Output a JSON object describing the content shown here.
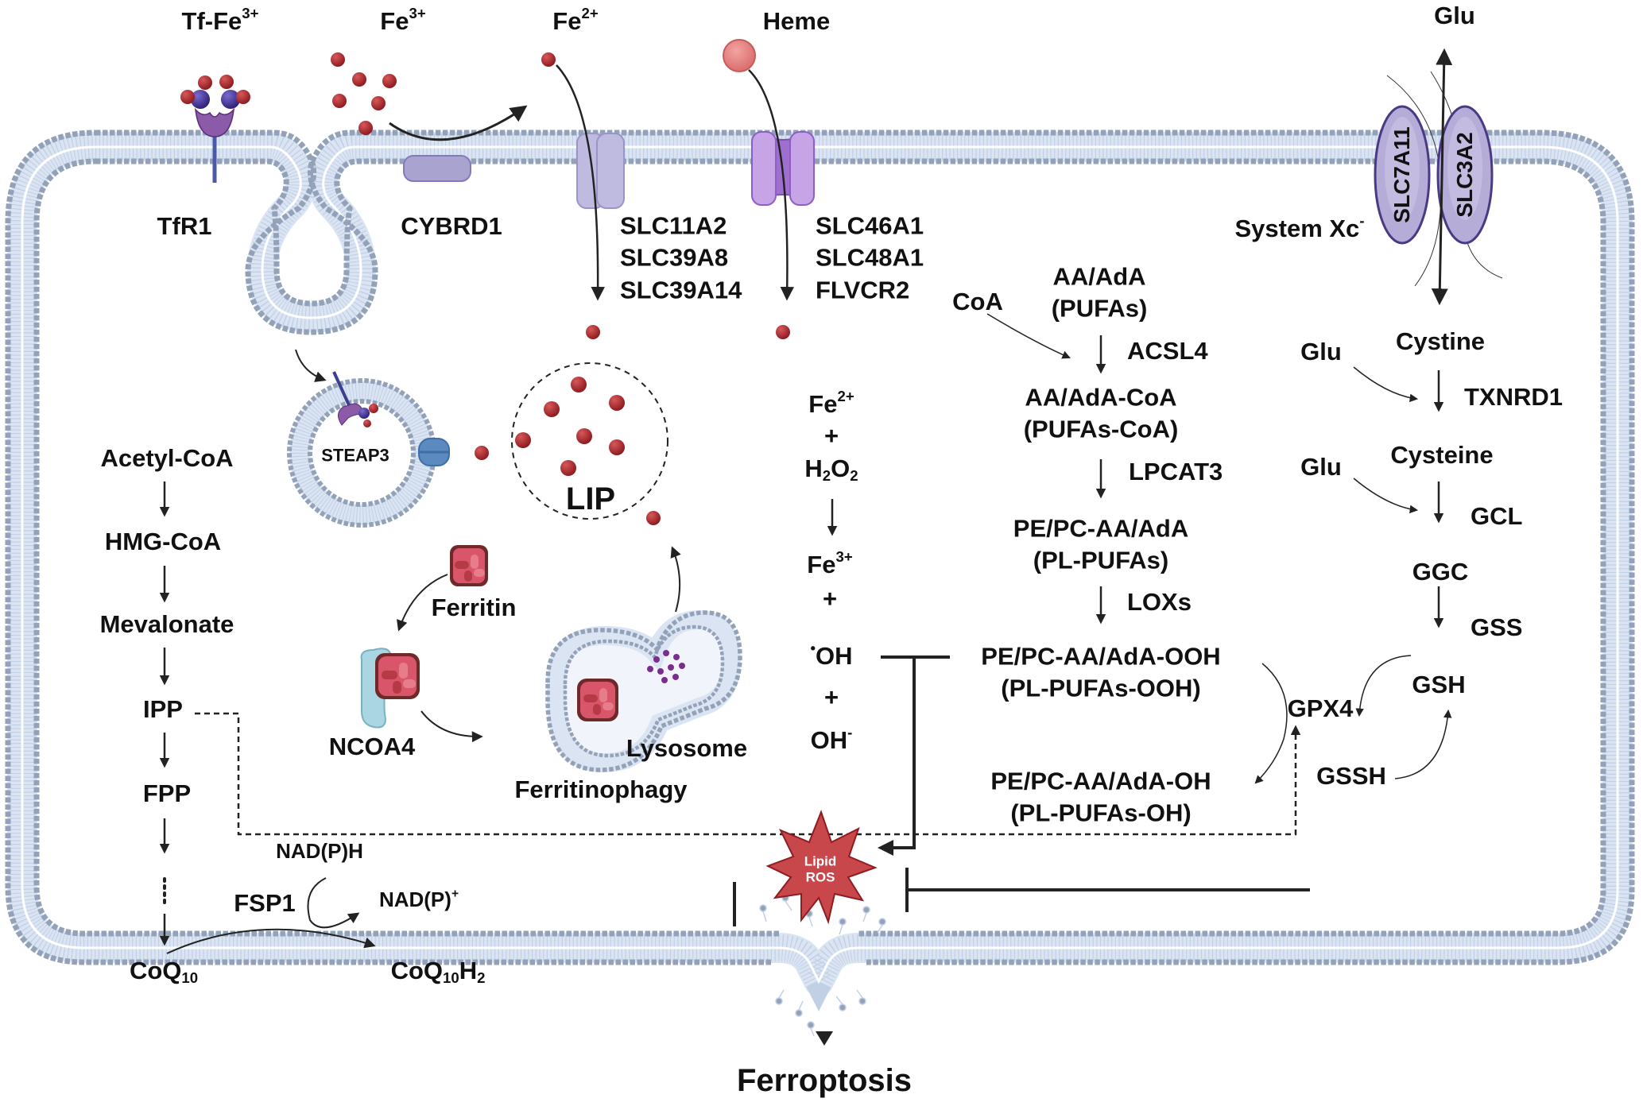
{
  "figure": {
    "title": "Ferroptosis",
    "colors": {
      "membrane_head": "#93a2b8",
      "membrane_tail": "#c9d6ea",
      "iron": "#a8262a",
      "heme": "#e08584",
      "transferrin": "#4b3a9b",
      "receptor": "#8b5aa8",
      "transporter_light": "#b9b5dc",
      "transporter_purple": "#b98ad6",
      "system_xc": "#b5acd8",
      "steap3": "#4f7db3",
      "ncoa4": "#a9d6e2",
      "ferritin": "#d9566a",
      "lipid_ros": "#c8474b",
      "arrow": "#222222"
    }
  },
  "extracellular": {
    "tf_fe3": {
      "label": "Tf-Fe",
      "sup": "3+"
    },
    "fe3": {
      "label": "Fe",
      "sup": "3+"
    },
    "fe2": {
      "label": "Fe",
      "sup": "2+"
    },
    "heme": {
      "label": "Heme"
    },
    "glu_out": {
      "label": "Glu"
    }
  },
  "membrane_proteins": {
    "tfr1": "TfR1",
    "cybrd1": "CYBRD1",
    "dmt_list": [
      "SLC11A2",
      "SLC39A8",
      "SLC39A14"
    ],
    "heme_list": [
      "SLC46A1",
      "SLC48A1",
      "FLVCR2"
    ],
    "system_xc": {
      "label": "System Xc",
      "sup": "-"
    },
    "slc7a11": "SLC7A11",
    "slc3a2": "SLC3A2"
  },
  "iron_pool": {
    "steap3": "STEAP3",
    "lip": "LIP",
    "ferritin": "Ferritin",
    "ncoa4": "NCOA4",
    "lysosome": "Lysosome",
    "ferritinophagy": "Ferritinophagy"
  },
  "mevalonate_pathway": {
    "steps": [
      "Acetyl-CoA",
      "HMG-CoA",
      "Mevalonate",
      "IPP",
      "FPP"
    ],
    "coq10": {
      "label": "CoQ",
      "sub": "10"
    },
    "coq10h2": {
      "label": "CoQ",
      "sub": "10",
      "tail": "H",
      "sub2": "2"
    },
    "fsp1": "FSP1",
    "nadph": "NAD(P)H",
    "nadp": {
      "label": "NAD(P)",
      "sup": "+"
    }
  },
  "fenton": {
    "fe2": {
      "label": "Fe",
      "sup": "2+"
    },
    "plus1": "+",
    "h2o2": {
      "a": "H",
      "s1": "2",
      "b": "O",
      "s2": "2"
    },
    "fe3": {
      "label": "Fe",
      "sup": "3+"
    },
    "plus2": "+",
    "oh_rad": {
      "dot": "•",
      "label": "OH"
    },
    "plus3": "+",
    "oh_ion": {
      "label": "OH",
      "sup": "-"
    }
  },
  "lipid_pathway": {
    "coa": "CoA",
    "aa_ada": [
      "AA/AdA",
      "(PUFAs)"
    ],
    "acsl4": "ACSL4",
    "aa_ada_coa": [
      "AA/AdA-CoA",
      "(PUFAs-CoA)"
    ],
    "lpcat3": "LPCAT3",
    "pe_pc": [
      "PE/PC-AA/AdA",
      "(PL-PUFAs)"
    ],
    "loxs": "LOXs",
    "pe_pc_ooh": [
      "PE/PC-AA/AdA-OOH",
      "(PL-PUFAs-OOH)"
    ],
    "pe_pc_oh": [
      "PE/PC-AA/AdA-OH",
      "(PL-PUFAs-OH)"
    ]
  },
  "gsh_pathway": {
    "cystine": "Cystine",
    "glu1": "Glu",
    "txnrd1": "TXNRD1",
    "cysteine": "Cysteine",
    "glu2": "Glu",
    "gcl": "GCL",
    "ggc": "GGC",
    "gss": "GSS",
    "gsh": "GSH",
    "gpx4": "GPX4",
    "gssh": "GSSH"
  },
  "outcome": {
    "lipid_ros": [
      "Lipid",
      "ROS"
    ],
    "ferroptosis": "Ferroptosis"
  }
}
